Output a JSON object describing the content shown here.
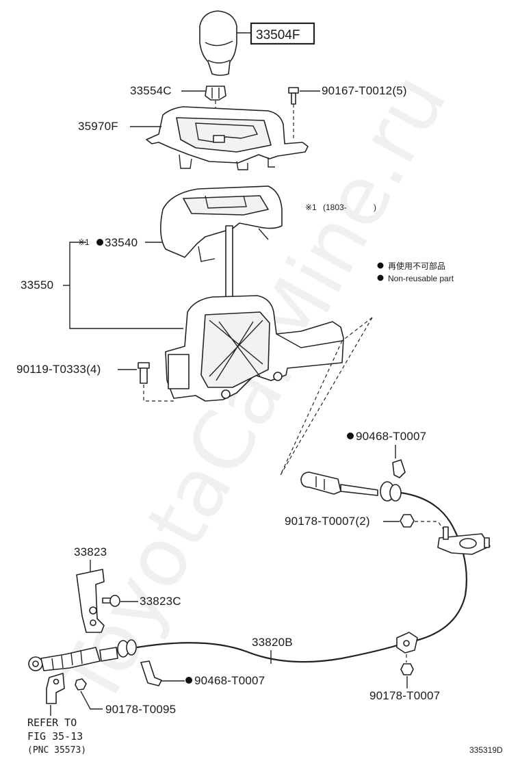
{
  "parts": {
    "knob": "33504F",
    "knob_clip": "33554C",
    "screw_top": "90167-T0012(5)",
    "indicator_housing": "35970F",
    "housing_cover": "33540",
    "cover_prefix": "※1",
    "shift_lever_assy": "33550",
    "bolt_left": "90119-T0333(4)",
    "clip_upper": "90468-T0007",
    "nut_upper": "90178-T0007(2)",
    "bracket": "33823",
    "bracket_pin": "33823C",
    "cable": "33820B",
    "clip_lower": "90468-T0007",
    "nut_right": "90178-T0007",
    "nut_left": "90178-T0095"
  },
  "note": {
    "mark": "※1",
    "date": "(1803-",
    "date_close": ")"
  },
  "legend": {
    "jp": "再使用不可部品",
    "en": "Non-reusable part"
  },
  "refer": {
    "line1": "REFER TO",
    "line2": "FIG 35-13",
    "line3": "(PNC 35573)"
  },
  "diagram_id": "335319D",
  "watermark": "ToyotaCarMine.ru"
}
